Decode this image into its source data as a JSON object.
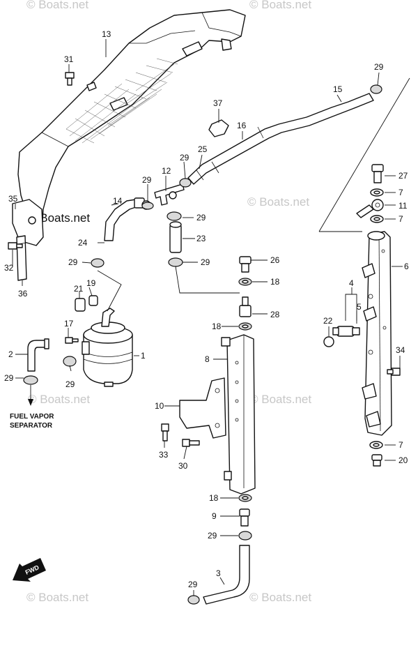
{
  "watermark": "© Boats.net",
  "caption": {
    "line1": "FUEL VAPOR",
    "line2": "SEPARATOR"
  },
  "direction_label": "FWD",
  "callouts": [
    "1",
    "2",
    "3",
    "4",
    "5",
    "6",
    "7",
    "8",
    "9",
    "10",
    "11",
    "12",
    "13",
    "14",
    "15",
    "16",
    "17",
    "18",
    "19",
    "20",
    "21",
    "22",
    "23",
    "24",
    "25",
    "26",
    "27",
    "28",
    "29",
    "30",
    "31",
    "32",
    "33",
    "34",
    "35",
    "36",
    "37"
  ]
}
